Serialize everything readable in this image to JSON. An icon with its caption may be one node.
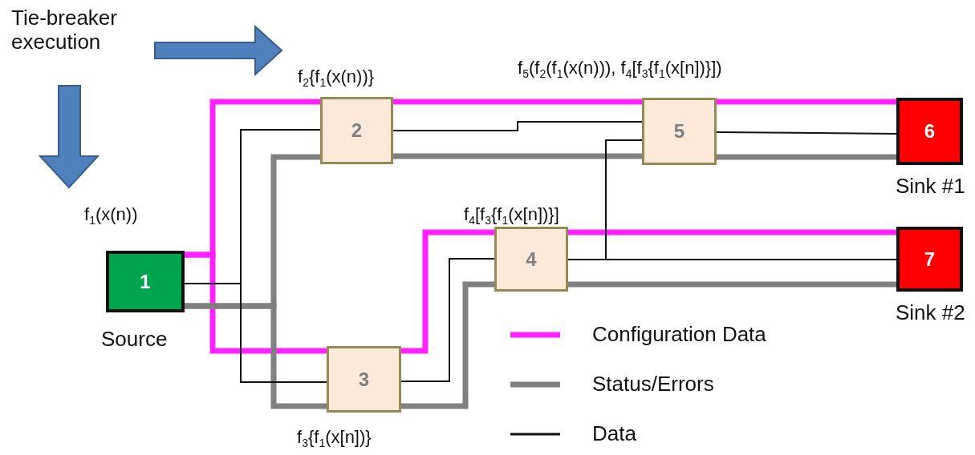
{
  "diagram": {
    "nodes": [
      {
        "text": [
          "1"
        ],
        "beside": [
          "f$_{1}$(x(n))",
          "Source"
        ]
      },
      {
        "text": [
          "2"
        ],
        "beside": [
          "f$_{2}${f$_{1}$(x(n))}"
        ]
      },
      {
        "text": [
          "3"
        ],
        "beside": [
          "f$_{3}${f$_{1}$(x[n])}"
        ]
      },
      {
        "text": [
          "4"
        ],
        "beside": [
          "f$_{4}$[f$_{3}${f$_{1}$(x[n])}]"
        ]
      },
      {
        "text": [
          "5"
        ],
        "beside": [
          "f$_{5}$(f$_{2}$(f$_{1}$(x(n))),  f$_{4}$[f$_{3}${f$_{1}$(x[n])}])"
        ]
      },
      {
        "text": [
          "6"
        ],
        "beside": [
          "Sink #1"
        ]
      },
      {
        "text": [
          "7"
        ],
        "beside": [
          "Sink #2"
        ]
      }
    ],
    "edges": [
      {
        "from": 0,
        "to": 1,
        "arrow": "none",
        "color": "#ff22ff"
      },
      {
        "from": 0,
        "to": 2,
        "arrow": "none",
        "color": "#ff22ff"
      },
      {
        "from": 0,
        "to": 1,
        "arrow": "none"
      },
      {
        "from": 0,
        "to": 2,
        "arrow": "none"
      },
      {
        "from": 0,
        "to": 1,
        "arrow": "none",
        "color": "#808080"
      },
      {
        "from": 0,
        "to": 2,
        "arrow": "none",
        "color": "#808080"
      },
      {
        "from": 1,
        "to": 4,
        "arrow": "none",
        "color": "#ff22ff"
      },
      {
        "from": 1,
        "to": 4,
        "arrow": "none"
      },
      {
        "from": 1,
        "to": 4,
        "arrow": "none",
        "color": "#808080"
      },
      {
        "from": 2,
        "to": 3,
        "arrow": "none",
        "color": "#ff22ff"
      },
      {
        "from": 2,
        "to": 3,
        "arrow": "none"
      },
      {
        "from": 2,
        "to": 3,
        "arrow": "none",
        "color": "#808080"
      },
      {
        "from": 3,
        "to": 6,
        "arrow": "none",
        "color": "#ff22ff"
      },
      {
        "from": 3,
        "to": 6,
        "arrow": "none"
      },
      {
        "from": 3,
        "to": 6,
        "arrow": "none",
        "color": "#808080"
      },
      {
        "from": 3,
        "to": 4,
        "arrow": "none"
      },
      {
        "from": 4,
        "to": 5,
        "arrow": "none",
        "color": "#ff22ff"
      },
      {
        "from": 4,
        "to": 5,
        "arrow": "none"
      },
      {
        "from": 4,
        "to": 5,
        "arrow": "none",
        "color": "#808080"
      }
    ],
    "labels": [
      "Tie-breaker execution"
    ],
    "legend": [
      {
        "text": "Configuration Data"
      },
      {
        "text": "Status/Errors"
      },
      {
        "text": "Data"
      }
    ]
  }
}
